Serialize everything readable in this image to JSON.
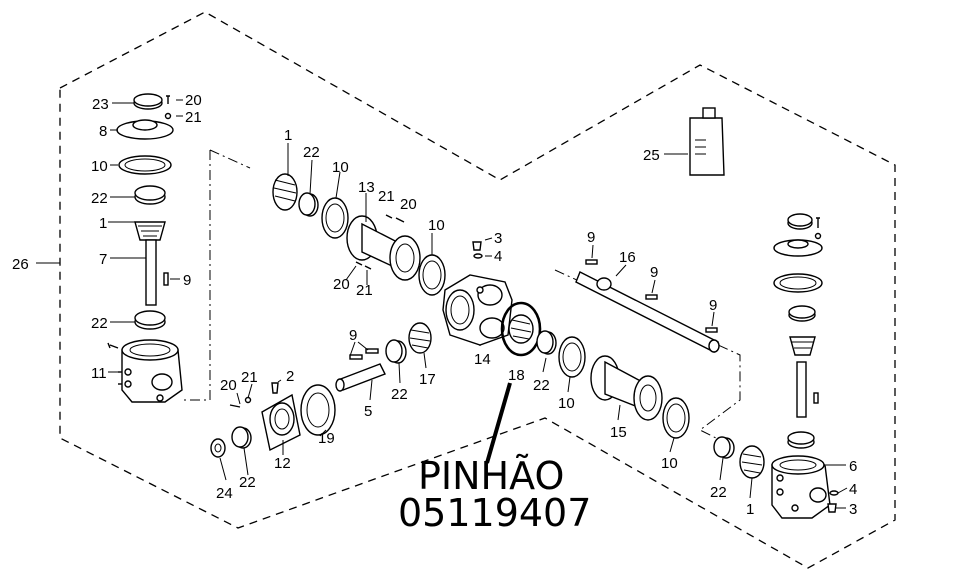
{
  "callout": {
    "line1": "PINHÃO",
    "line2": "05119407"
  },
  "labels": {
    "l23": "23",
    "l20a": "20",
    "l21a": "21",
    "l8": "8",
    "l10a": "10",
    "l22a": "22",
    "l1a": "1",
    "l7": "7",
    "l9a": "9",
    "l26": "26",
    "l22b": "22",
    "l11": "11",
    "l1b": "1",
    "l22c": "22",
    "l10b": "10",
    "l13": "13",
    "l21b": "21",
    "l20b": "20",
    "l10c": "10",
    "l3a": "3",
    "l4a": "4",
    "l20c": "20",
    "l21c": "21",
    "l9b": "9",
    "l16": "16",
    "l9c": "9",
    "l9d": "9",
    "l25": "25",
    "l14": "14",
    "l18": "18",
    "l22d": "22",
    "l10d": "10",
    "l9e": "9",
    "l17": "17",
    "l22e": "22",
    "l5": "5",
    "l20d": "20",
    "l21d": "21",
    "l2": "2",
    "l19": "19",
    "l12": "12",
    "l24": "24",
    "l22f": "22",
    "l15": "15",
    "l10e": "10",
    "l22g": "22",
    "l1c": "1",
    "l6": "6",
    "l4b": "4",
    "l3b": "3"
  },
  "icons": {
    "gear": "gear-icon",
    "bearing": "bearing-icon",
    "seal": "seal-ring-icon",
    "bolt": "bolt-icon",
    "shaft": "shaft-icon",
    "housing": "housing-icon",
    "tube": "tube-icon",
    "oil": "oil-bottle-icon"
  }
}
